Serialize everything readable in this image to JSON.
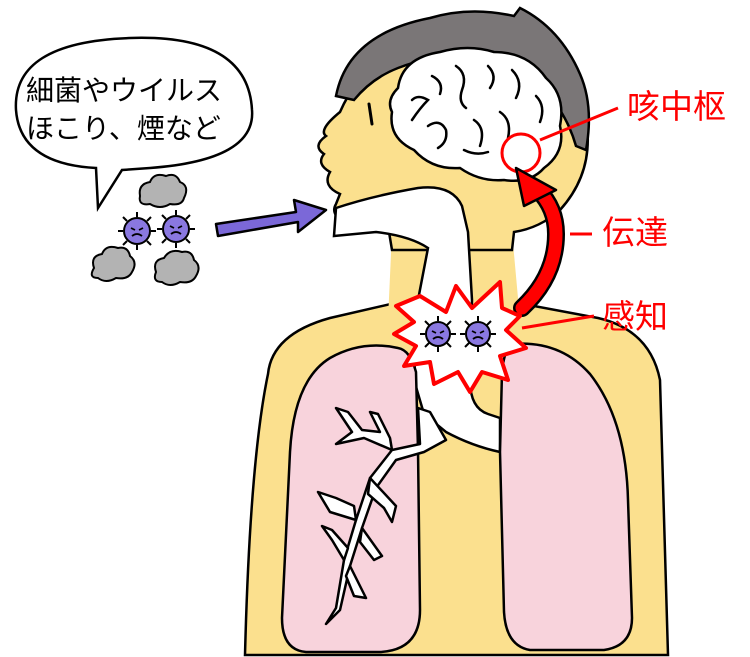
{
  "bubble": {
    "line1": "細菌やウイルス",
    "line2": "ほこり、煙など"
  },
  "labels": {
    "cough_center": "咳中枢",
    "transmission": "伝達",
    "detection": "感知"
  },
  "colors": {
    "skin": "#fbe08e",
    "lung": "#f8d3dc",
    "hair": "#7a7677",
    "accent_red": "#ff0000",
    "arrow_blue": "#7b68d8",
    "germ": "#8a78e0",
    "dust": "#b3b3b3"
  }
}
